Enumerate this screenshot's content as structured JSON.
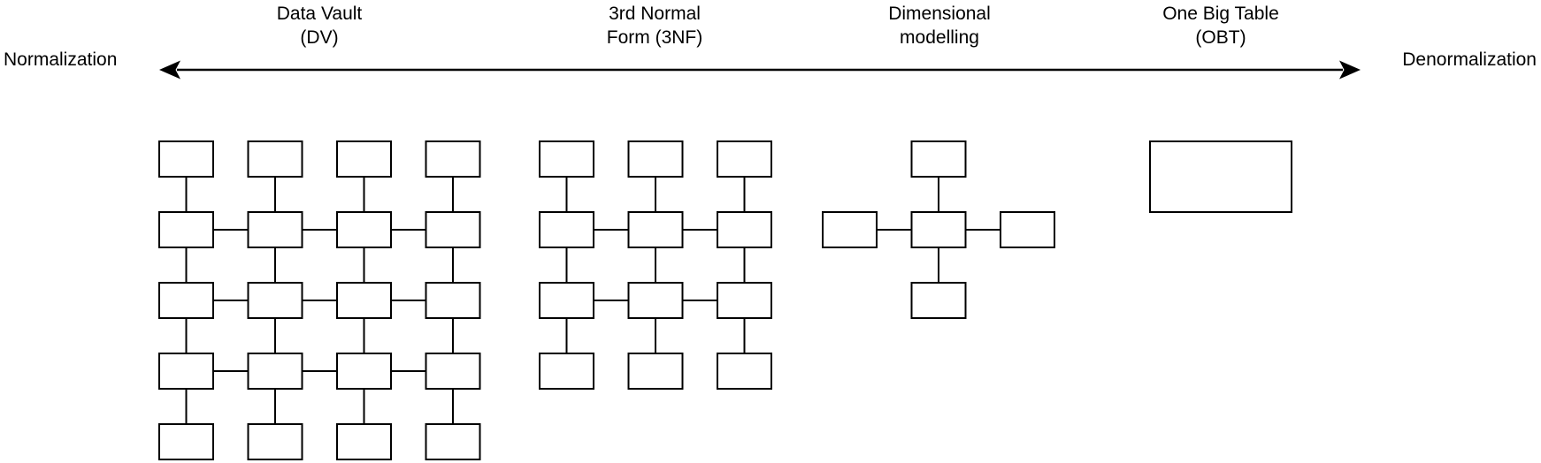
{
  "axis": {
    "left_label": "Normalization",
    "right_label": "Denormalization"
  },
  "approaches": [
    {
      "key": "data_vault",
      "label_line1": "Data Vault",
      "label_line2": "(DV)",
      "diagram": {
        "type": "grid",
        "rows": 5,
        "cols": 4,
        "horizontal_link_rows": [
          2,
          3,
          4
        ],
        "box_count": 20
      }
    },
    {
      "key": "third_normal_form",
      "label_line1": "3rd Normal",
      "label_line2": "Form (3NF)",
      "diagram": {
        "type": "grid",
        "rows": 4,
        "cols": 3,
        "horizontal_link_rows": [
          2,
          3
        ],
        "box_count": 12
      }
    },
    {
      "key": "dimensional_modelling",
      "label_line1": "Dimensional",
      "label_line2": "modelling",
      "diagram": {
        "type": "star",
        "satellite_count": 4,
        "box_count": 5
      }
    },
    {
      "key": "one_big_table",
      "label_line1": "One Big Table",
      "label_line2": "(OBT)",
      "diagram": {
        "type": "single",
        "box_count": 1
      }
    }
  ],
  "colors": {
    "stroke": "#000000",
    "box_fill": "#ffffff",
    "background": "#ffffff"
  }
}
